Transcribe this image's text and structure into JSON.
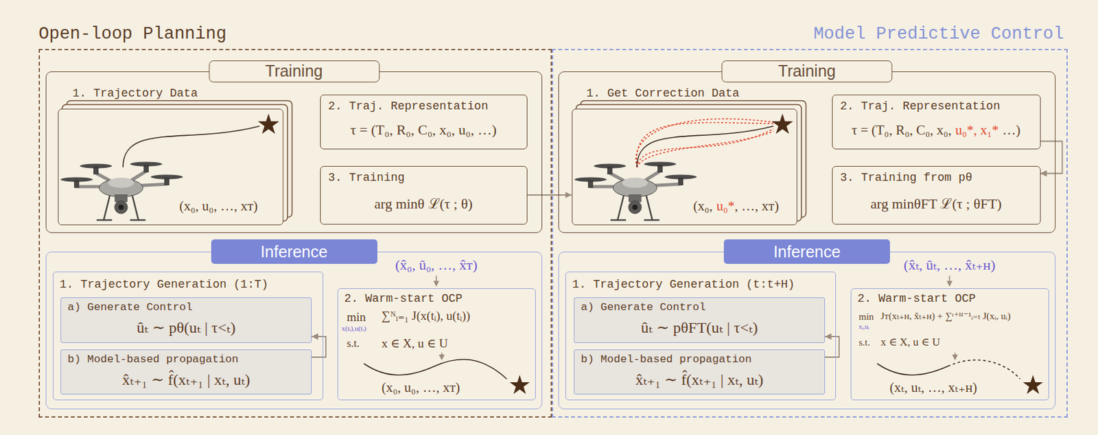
{
  "diagram": {
    "nodes": [
      {
        "text": [
          "Open-loop Planning"
        ]
      },
      {
        "text": [
          "Training"
        ],
        "in": 0
      },
      {
        "text": [
          "1. Trajectory Data",
          "(x₀, u₀, …, xᴛ)"
        ],
        "in": 1
      },
      {
        "text": [
          "2. Traj. Representation",
          "τ = (T₀, R₀, C₀, x₀, u₀, …)"
        ],
        "in": 1
      },
      {
        "text": [
          "3. Training",
          "arg minθ ℒ(τ ; θ)"
        ],
        "in": 1
      },
      {
        "text": [
          "Inference"
        ],
        "in": 0
      },
      {
        "text": [
          "1. Trajectory Generation (1:T)"
        ],
        "in": 5
      },
      {
        "text": [
          "a) Generate Control",
          "ûₜ ∼ pθ(uₜ | τ<ₜ)"
        ],
        "in": 6
      },
      {
        "text": [
          "b) Model-based propagation",
          "x̂ₜ₊₁ ∼ f̂(xₜ₊₁ | xₜ, uₜ)"
        ],
        "in": 6
      },
      {
        "text": [
          "2. Warm-start OCP",
          "min",
          "x(tᵢ),u(tᵢ)",
          "∑ᴺᵢ₌₁ J(x(tᵢ), u(tᵢ))",
          "s.t.",
          "x ∈ X, u ∈ U",
          "(x₀, u₀, …, xᴛ)"
        ],
        "in": 5
      },
      {
        "text": [
          "Model Predictive Control"
        ]
      },
      {
        "text": [
          "Training"
        ],
        "in": 10
      },
      {
        "text": [
          "1. Get Correction Data",
          "(x₀,",
          "u₀*",
          ", …, xᴛ)"
        ],
        "in": 11
      },
      {
        "text": [
          "2. Traj. Representation",
          "τ = (T₀, R₀, C₀, x₀,",
          "u₀*, x₁*",
          "…)"
        ],
        "in": 11
      },
      {
        "text": [
          "3. Training from pθ",
          "arg minθFT ℒ(τ ; θFT)"
        ],
        "in": 11
      },
      {
        "text": [
          "Inference"
        ],
        "in": 10
      },
      {
        "text": [
          "1. Trajectory Generation (t:t+H)"
        ],
        "in": 15
      },
      {
        "text": [
          "a) Generate Control",
          "ûₜ ∼ pθFT(uₜ | τ<ₜ)"
        ],
        "in": 16
      },
      {
        "text": [
          "b) Model-based propagation",
          "x̂ₜ₊₁ ∼ f̂(xₜ₊₁ | xₜ, uₜ)"
        ],
        "in": 16
      },
      {
        "text": [
          "2. Warm-start OCP",
          "min",
          "xᵢ,uᵢ",
          "Jᴛ(xₜ₊ʜ, x̂ₜ₊ʜ) + ∑ᵗ⁺ᴴ⁻¹ᵢ₌ₜ J(xᵢ, uᵢ)",
          "s.t.",
          "x ∈ X, u ∈ U",
          "(xₜ, uₜ, …, xₜ₊ʜ)"
        ],
        "in": 15
      }
    ],
    "edges": [
      {
        "from": 4,
        "to": 12,
        "arrow": "to"
      },
      {
        "from": 13,
        "to": 14,
        "arrow": "to"
      },
      {
        "from": 8,
        "to": 7,
        "arrow": "to"
      },
      {
        "from": 18,
        "to": 17,
        "arrow": "to"
      }
    ],
    "labels": [
      "(x̂₀, û₀, …, x̂ᴛ)",
      "(x̂ₜ, ûₜ, …, x̂ₜ₊ʜ)"
    ]
  }
}
